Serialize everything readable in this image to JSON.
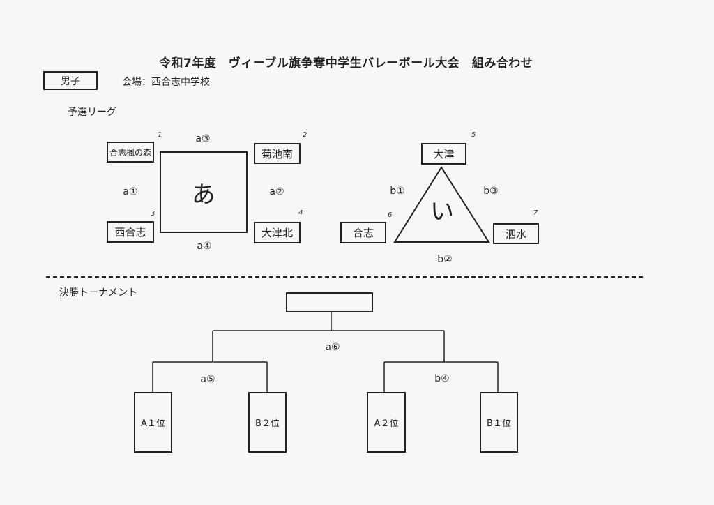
{
  "title": "令和7年度　ヴィーブル旗争奪中学生バレーボール大会　組み合わせ",
  "division": "男子",
  "venue": "会場：西合志中学校",
  "league": {
    "heading": "予選リーグ",
    "group_a": {
      "name": "あ",
      "teams": [
        {
          "num": "1",
          "name": "合志楓の森"
        },
        {
          "num": "2",
          "name": "菊池南"
        },
        {
          "num": "3",
          "name": "西合志"
        },
        {
          "num": "4",
          "name": "大津北"
        }
      ],
      "matches": {
        "top": "a③",
        "left": "a①",
        "right": "a②",
        "bottom": "a④"
      }
    },
    "group_b": {
      "name": "い",
      "teams": [
        {
          "num": "5",
          "name": "大津"
        },
        {
          "num": "6",
          "name": "合志"
        },
        {
          "num": "7",
          "name": "泗水"
        }
      ],
      "matches": {
        "left": "b①",
        "right": "b③",
        "bottom": "b②"
      }
    }
  },
  "tournament": {
    "heading": "決勝トーナメント",
    "champion": "",
    "final": "a⑥",
    "semi_left": "a⑤",
    "semi_right": "b④",
    "slots": [
      "A１位",
      "B２位",
      "A２位",
      "B１位"
    ]
  }
}
